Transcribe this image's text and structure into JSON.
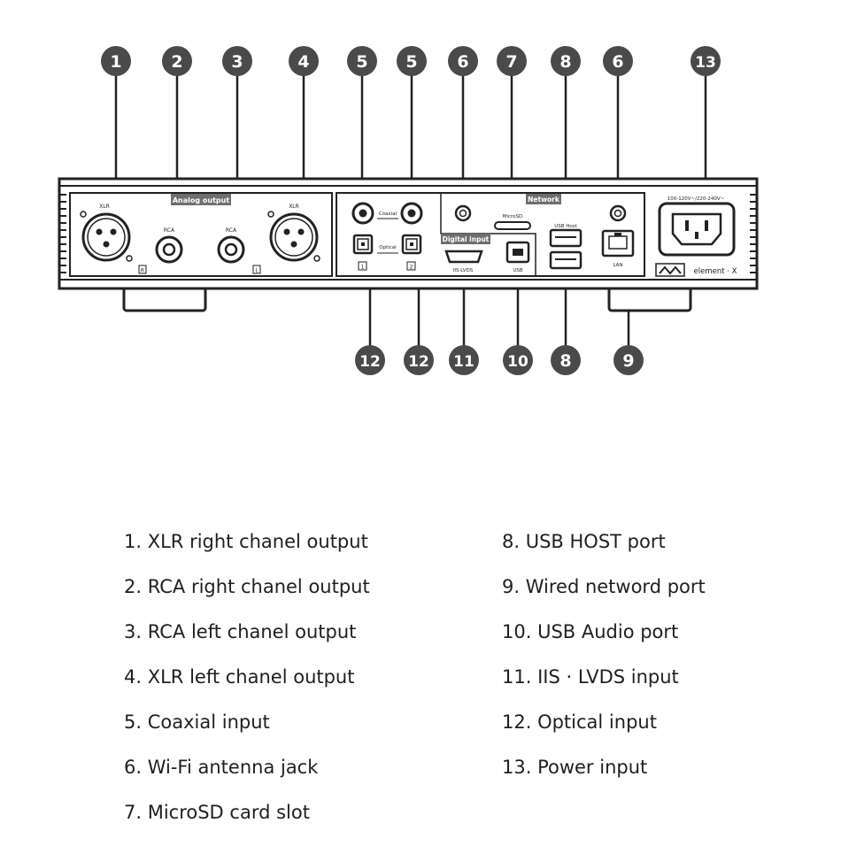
{
  "device": {
    "sections": {
      "analog_output": "Analog output",
      "network": "Network",
      "digital_input": "Digital input"
    },
    "port_labels": {
      "xlr_right": "XLR",
      "rca_right": "RCA",
      "rca_left": "RCA",
      "xlr_left": "XLR",
      "right_marker": "R",
      "left_marker": "L",
      "coaxial": "Coaxial",
      "optical": "Optical",
      "optical_1": "1",
      "optical_2": "2",
      "microsd": "MicroSD",
      "iis_lvds": "IIS·LVDS",
      "usb": "USB",
      "usb_host": "USB Host",
      "lan": "LAN",
      "voltage": "100-120V~/220-240V~",
      "brand": "element · X"
    }
  },
  "callouts": {
    "top": [
      "1",
      "2",
      "3",
      "4",
      "5",
      "5",
      "6",
      "7",
      "8",
      "6",
      "13"
    ],
    "bottom": [
      "12",
      "12",
      "11",
      "10",
      "8",
      "9"
    ]
  },
  "legend": {
    "left": [
      "1. XLR right chanel output",
      "2. RCA right chanel output",
      "3. RCA left chanel output",
      "4. XLR left chanel output",
      "5. Coaxial input",
      "6. Wi-Fi antenna jack",
      "7. MicroSD card slot"
    ],
    "right": [
      "8. USB HOST port",
      "9. Wired netword port",
      "10. USB Audio port",
      "11. IIS · LVDS input",
      "12. Optical input",
      "13. Power input"
    ]
  },
  "colors": {
    "badge": "#4a4a4a",
    "stroke": "#222222",
    "section_tag": "#6e6e6e",
    "text": "#1f1f1f"
  }
}
